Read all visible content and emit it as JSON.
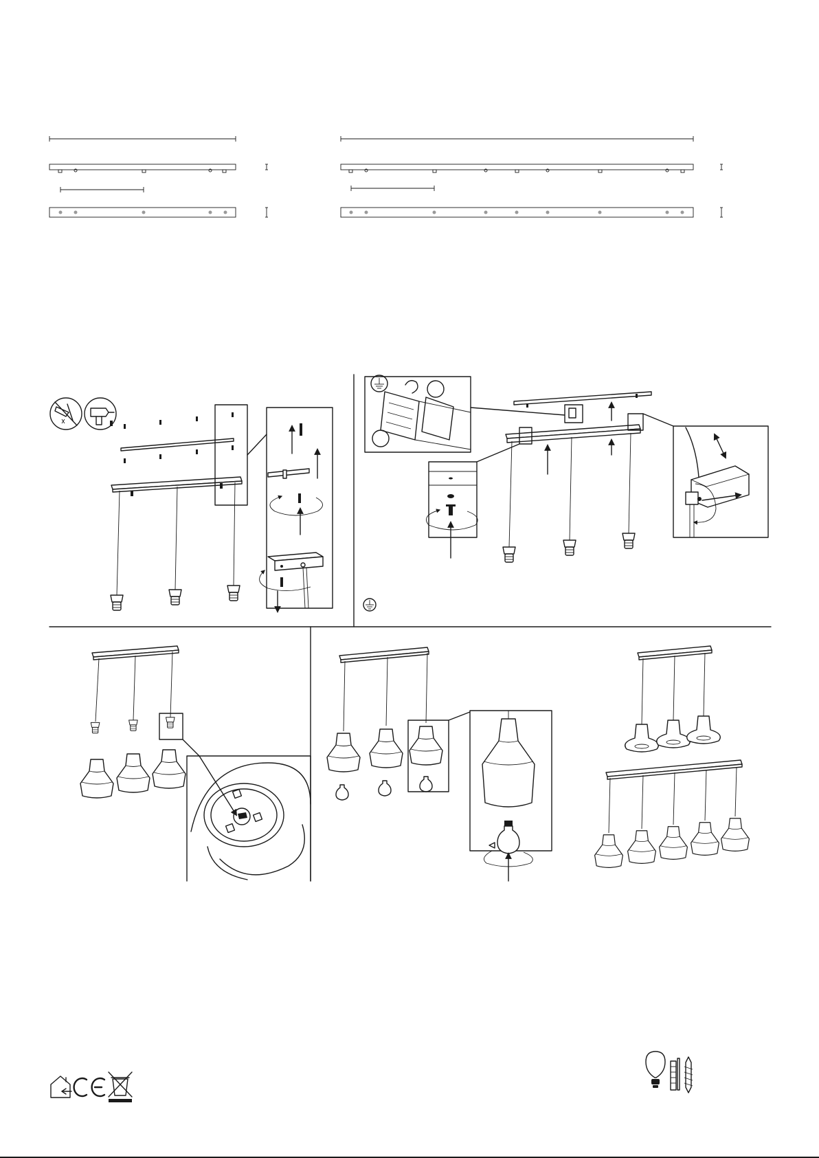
{
  "document": {
    "type": "assembly-instructions",
    "text_labels": []
  },
  "colors": {
    "line": "#1a1a1a",
    "background": "#ffffff",
    "dot": "#9a9a9a"
  },
  "icons": [
    "no-tools-icon",
    "power-screwdriver-icon",
    "ground-symbol-icon",
    "indoor-use-icon",
    "ce-mark-icon",
    "weee-crossed-bin-icon",
    "light-bulb-icon",
    "wall-plug-icon",
    "screw-icon"
  ],
  "panels": [
    "canopy-dimension-drawing-3-light",
    "canopy-dimension-drawing-5-light",
    "step-mounting-bracket",
    "step-wiring-and-mounting",
    "step-attach-shades",
    "step-insert-bulbs",
    "result-variants"
  ]
}
